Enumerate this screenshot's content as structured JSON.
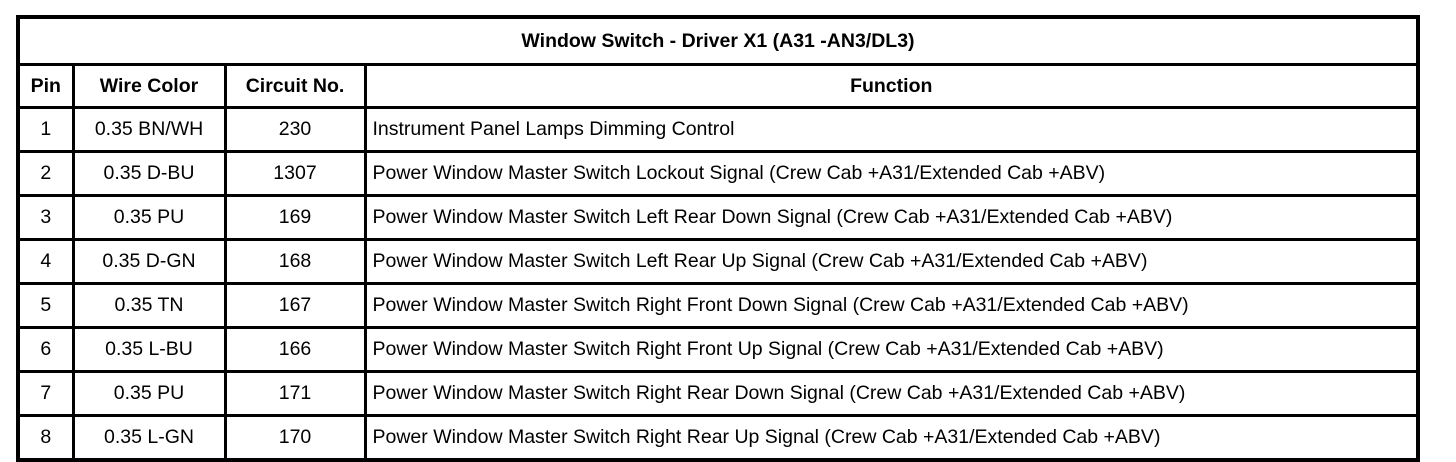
{
  "table": {
    "title": "Window Switch - Driver X1 (A31 -AN3/DL3)",
    "columns": [
      {
        "key": "pin",
        "label": "Pin"
      },
      {
        "key": "wire_color",
        "label": "Wire Color"
      },
      {
        "key": "circuit_no",
        "label": "Circuit No."
      },
      {
        "key": "function",
        "label": "Function"
      }
    ],
    "rows": [
      {
        "pin": "1",
        "wire_color": "0.35 BN/WH",
        "circuit_no": "230",
        "function": "Instrument Panel Lamps Dimming Control"
      },
      {
        "pin": "2",
        "wire_color": "0.35 D-BU",
        "circuit_no": "1307",
        "function": "Power Window Master Switch Lockout Signal (Crew Cab +A31/Extended Cab +ABV)"
      },
      {
        "pin": "3",
        "wire_color": "0.35 PU",
        "circuit_no": "169",
        "function": "Power Window Master Switch Left Rear Down Signal (Crew Cab +A31/Extended Cab +ABV)"
      },
      {
        "pin": "4",
        "wire_color": "0.35 D-GN",
        "circuit_no": "168",
        "function": "Power Window Master Switch Left Rear Up Signal (Crew Cab +A31/Extended Cab +ABV)"
      },
      {
        "pin": "5",
        "wire_color": "0.35 TN",
        "circuit_no": "167",
        "function": "Power Window Master Switch Right Front Down Signal (Crew Cab +A31/Extended Cab +ABV)"
      },
      {
        "pin": "6",
        "wire_color": "0.35 L-BU",
        "circuit_no": "166",
        "function": "Power Window Master Switch Right Front Up Signal (Crew Cab +A31/Extended Cab +ABV)"
      },
      {
        "pin": "7",
        "wire_color": "0.35 PU",
        "circuit_no": "171",
        "function": "Power Window Master Switch Right Rear Down Signal (Crew Cab +A31/Extended Cab +ABV)"
      },
      {
        "pin": "8",
        "wire_color": "0.35 L-GN",
        "circuit_no": "170",
        "function": "Power Window Master Switch Right Rear Up Signal (Crew Cab +A31/Extended Cab +ABV)"
      }
    ]
  },
  "colors": {
    "border": "#000000",
    "text": "#000000",
    "background": "#ffffff"
  }
}
